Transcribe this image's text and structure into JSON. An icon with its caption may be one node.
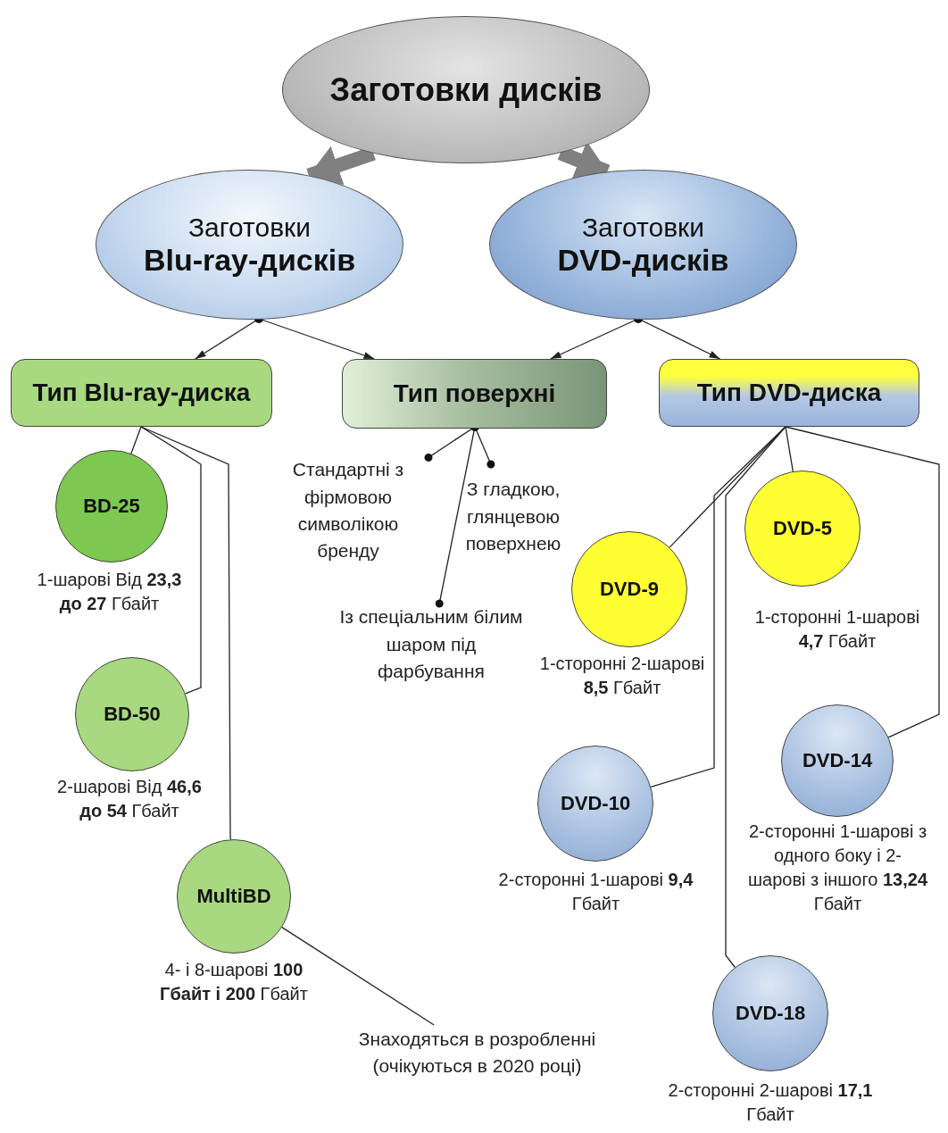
{
  "diagram": {
    "nodes": [
      {
        "text": [
          "Заготовки дисків"
        ]
      },
      {
        "text": [
          "Заготовки **Blu-ray-дисків**"
        ]
      },
      {
        "text": [
          "Заготовки **DVD-дисків**"
        ]
      },
      {
        "text": [
          "Тип Blu-ray-диска"
        ]
      },
      {
        "text": [
          "Тип поверхні"
        ]
      },
      {
        "text": [
          "Тип DVD-диска"
        ]
      },
      {
        "text": [
          "Стандартні з фірмовою символікою бренду"
        ]
      },
      {
        "text": [
          "З гладкою, глянцевою поверхнею"
        ]
      },
      {
        "text": [
          "Із спеціальним білим шаром під фарбування"
        ]
      },
      {
        "text": [
          "BD-25"
        ],
        "beside": [
          "1-шарові Від **23,3 до 27** Гбайт"
        ]
      },
      {
        "text": [
          "BD-50"
        ],
        "beside": [
          "2-шарові Від **46,6 до 54** Гбайт"
        ]
      },
      {
        "text": [
          "MultiBD"
        ],
        "beside": [
          "4- і 8-шарові **100 Гбайт і 200** Гбайт"
        ]
      },
      {
        "text": [
          "Знаходяться в розробленні (очікуються в 2020 році)"
        ]
      },
      {
        "text": [
          "DVD-9"
        ],
        "beside": [
          "1-сторонні 2-шарові **8,5** Гбайт"
        ]
      },
      {
        "text": [
          "DVD-5"
        ],
        "beside": [
          "1-сторонні 1-шарові **4,7** Гбайт"
        ]
      },
      {
        "text": [
          "DVD-10"
        ],
        "beside": [
          "2-сторонні 1-шарові **9,4** Гбайт"
        ]
      },
      {
        "text": [
          "DVD-14"
        ],
        "beside": [
          "2-сторонні 1-шарові з одного боку і 2-шарові з іншого **13,24** Гбайт"
        ]
      },
      {
        "text": [
          "DVD-18"
        ],
        "beside": [
          "2-сторонні 2-шарові **17,1** Гбайт"
        ]
      }
    ],
    "edges": [
      {
        "from": 0,
        "to": 1,
        "arrow": "to",
        "style": "thick",
        "color": "#808080"
      },
      {
        "from": 0,
        "to": 2,
        "arrow": "to",
        "style": "thick",
        "color": "#808080"
      },
      {
        "from": 1,
        "to": 3,
        "arrow": "to"
      },
      {
        "from": 1,
        "to": 4,
        "arrow": "to"
      },
      {
        "from": 2,
        "to": 4,
        "arrow": "to"
      },
      {
        "from": 2,
        "to": 5,
        "arrow": "to"
      },
      {
        "from": 4,
        "to": 6,
        "arrow": "other"
      },
      {
        "from": 4,
        "to": 7,
        "arrow": "other"
      },
      {
        "from": 4,
        "to": 8,
        "arrow": "other"
      },
      {
        "from": 3,
        "to": 9,
        "arrow": "none"
      },
      {
        "from": 3,
        "to": 10,
        "arrow": "none"
      },
      {
        "from": 3,
        "to": 11,
        "arrow": "none"
      },
      {
        "from": 12,
        "to": 11,
        "arrow": "none"
      },
      {
        "from": 5,
        "to": 13,
        "arrow": "none"
      },
      {
        "from": 5,
        "to": 14,
        "arrow": "none"
      },
      {
        "from": 5,
        "to": 15,
        "arrow": "none"
      },
      {
        "from": 5,
        "to": 16,
        "arrow": "none"
      },
      {
        "from": 5,
        "to": 17,
        "arrow": "none"
      }
    ]
  }
}
